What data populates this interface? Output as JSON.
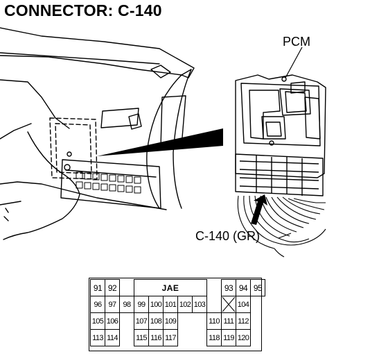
{
  "title": "CONNECTOR: C-140",
  "labels": {
    "module": "PCM",
    "connector": "C-140 (GR)"
  },
  "connector_face": {
    "housing_label": "JAE",
    "rows": [
      [
        "91",
        "92",
        "",
        "",
        "",
        "",
        "",
        "",
        "93",
        "94",
        "95"
      ],
      [
        "96",
        "97",
        "98",
        "99",
        "100",
        "101",
        "102",
        "103",
        "",
        "104"
      ],
      [
        "105",
        "106",
        "",
        "107",
        "108",
        "109",
        "",
        "110",
        "111",
        "112"
      ],
      [
        "113",
        "114",
        "",
        "115",
        "116",
        "117",
        "",
        "118",
        "119",
        "120"
      ]
    ]
  }
}
